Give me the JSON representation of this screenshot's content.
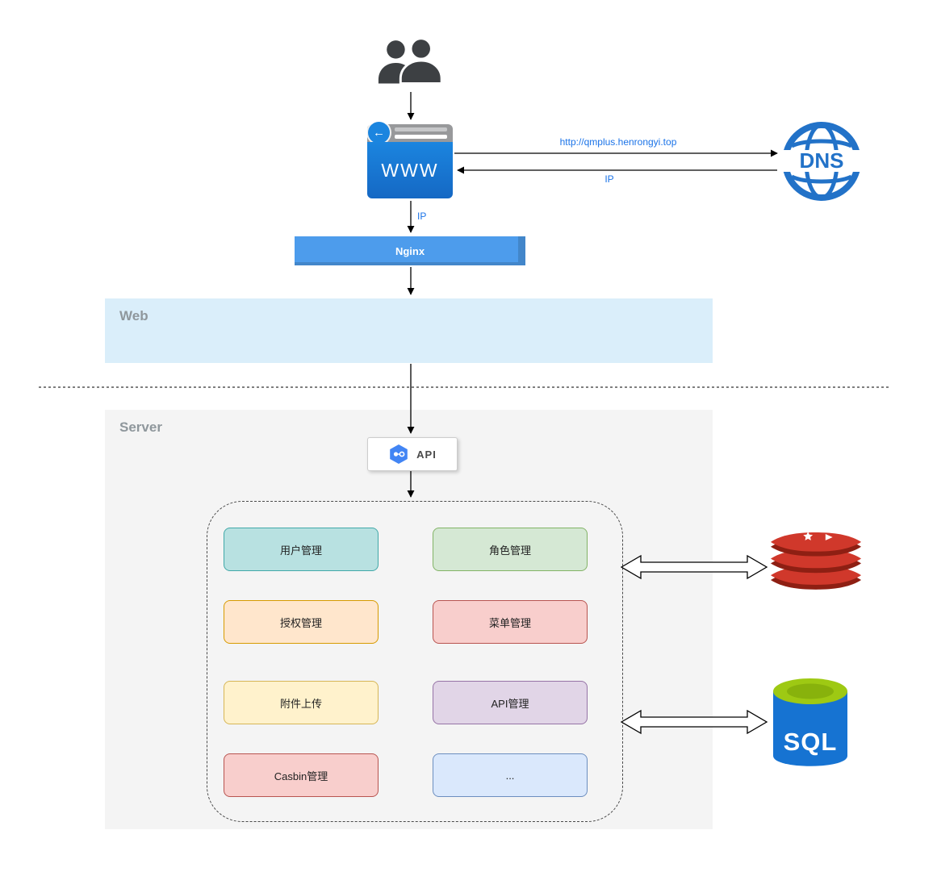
{
  "zones": {
    "web": "Web",
    "server": "Server"
  },
  "nodes": {
    "users": {
      "icon": "users-icon"
    },
    "browser": {
      "label": "WWW",
      "icon": "browser-window-icon",
      "back_icon": "back-arrow-icon",
      "back_glyph": "←"
    },
    "dns": {
      "label": "DNS",
      "icon": "globe-icon"
    },
    "nginx": {
      "label": "Nginx"
    },
    "api": {
      "label": "API",
      "icon": "hexagon-api-icon"
    },
    "redis": {
      "icon": "redis-stack-icon"
    },
    "sql": {
      "label": "SQL",
      "icon": "database-cylinder-icon"
    }
  },
  "edge_labels": {
    "browser_to_dns": "http://qmplus.henrongyi.top",
    "dns_to_browser": "IP",
    "browser_to_nginx": "IP"
  },
  "modules": [
    {
      "label": "用户管理",
      "bg": "#b8e1e1",
      "border": "#41a8a8"
    },
    {
      "label": "角色管理",
      "bg": "#d5e8d4",
      "border": "#82b366"
    },
    {
      "label": "授权管理",
      "bg": "#ffe6cc",
      "border": "#d79b00"
    },
    {
      "label": "菜单管理",
      "bg": "#f8cecc",
      "border": "#b85450"
    },
    {
      "label": "附件上传",
      "bg": "#fff2cc",
      "border": "#d6b656"
    },
    {
      "label": "API管理",
      "bg": "#e1d5e7",
      "border": "#9673a6"
    },
    {
      "label": "Casbin管理",
      "bg": "#f8cecc",
      "border": "#b85450"
    },
    {
      "label": "...",
      "bg": "#dae8fc",
      "border": "#6c8ebf"
    }
  ],
  "colors": {
    "browser_blue": "#1b85df",
    "nginx_blue": "#4d9cec",
    "web_zone_bg": "#daeefa",
    "server_zone_bg": "#f4f4f4",
    "edge_label_blue": "#1a73e8",
    "dns_blue": "#2272c8",
    "redis_red": "#c1372b",
    "sql_body_blue": "#1673d2",
    "sql_top_green": "#9ec913"
  }
}
